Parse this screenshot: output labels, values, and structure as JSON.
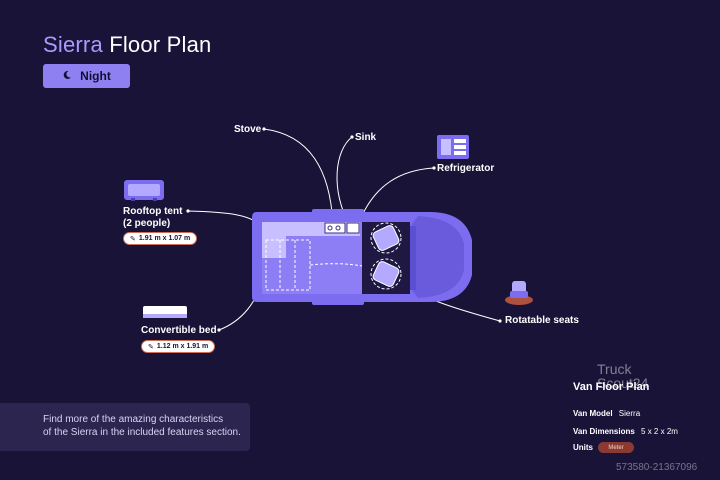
{
  "title": {
    "accent": "Sierra",
    "rest": " Floor Plan"
  },
  "night_button": {
    "label": "Night",
    "icon": "moon-icon"
  },
  "callouts": {
    "stove": "Stove",
    "sink": "Sink",
    "refrigerator": "Refrigerator",
    "rooftop_tent_line1": "Rooftop tent",
    "rooftop_tent_line2": "(2 people)",
    "rooftop_tent_dims": "1.91 m x 1.07 m",
    "convertible_bed": "Convertible bed",
    "convertible_bed_dims": "1.12 m x 1.91 m",
    "rotatable_seats": "Rotatable seats"
  },
  "info": {
    "line1": "Find more of the amazing characteristics",
    "line2": "of the Sierra in the included features section."
  },
  "specs": {
    "title": "Van Floor Plan",
    "model_label": "Van Model",
    "model_value": "Sierra",
    "dimensions_label": "Van Dimensions",
    "dimensions_value": "5 x 2 x 2m",
    "units_label": "Units",
    "units_button": "Meter"
  },
  "watermark": {
    "logo_line1": "Truck",
    "logo_line2": "Scout24",
    "id": "573580-21367096"
  },
  "colors": {
    "background": "#1a1338",
    "van_body": "#7b6cf0",
    "accent": "#a89bff",
    "chip_border": "#d06e56",
    "meter_button": "#8b3a32"
  }
}
